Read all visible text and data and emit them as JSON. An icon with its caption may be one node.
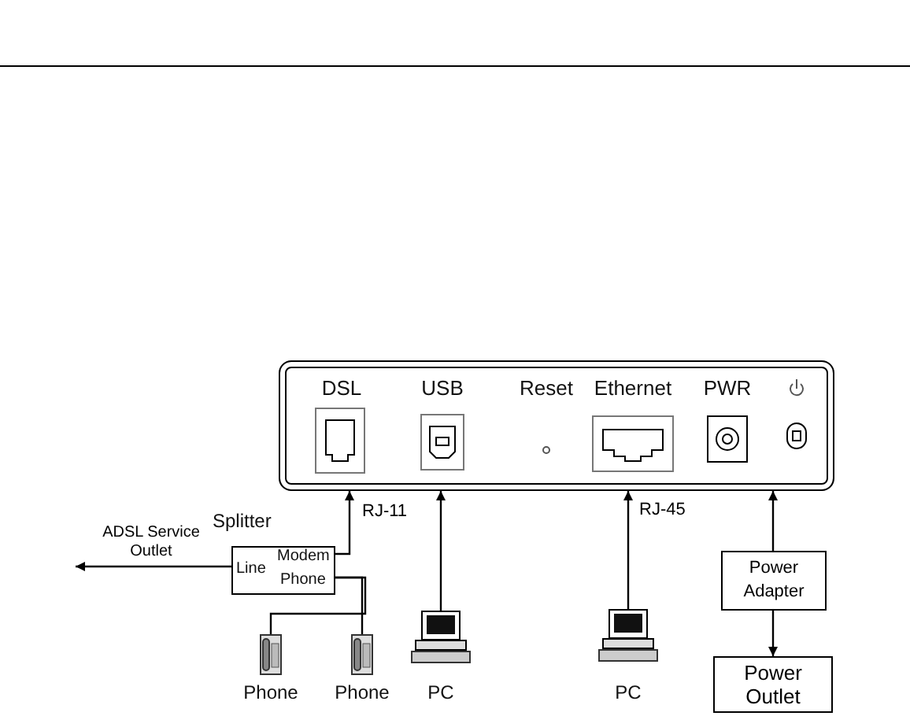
{
  "diagram": {
    "nodes": [
      {
        "text": [],
        "shape": "box"
      },
      {
        "text": [
          "DSL"
        ],
        "in": 0
      },
      {
        "text": [
          "USB"
        ],
        "in": 0
      },
      {
        "text": [
          "Reset"
        ],
        "in": 0
      },
      {
        "text": [
          "Ethernet"
        ],
        "in": 0
      },
      {
        "text": [
          "PWR"
        ],
        "in": 0
      },
      {
        "text": [
          "Splitter",
          "Line",
          "Modem",
          "Phone"
        ]
      },
      {
        "text": [
          "Phone"
        ]
      },
      {
        "text": [
          "Phone"
        ]
      },
      {
        "text": [
          "PC"
        ]
      },
      {
        "text": [
          "PC"
        ]
      },
      {
        "text": [
          "Power Adapter"
        ]
      },
      {
        "text": [
          "Power Outlet"
        ]
      }
    ],
    "edges": [
      {
        "from": 6,
        "to": null,
        "arrow": "to",
        "label": "ADSL Service Outlet"
      },
      {
        "from": 6,
        "to": 1,
        "arrow": "to",
        "label": "RJ-11"
      },
      {
        "from": 6,
        "to": 7,
        "arrow": "none"
      },
      {
        "from": 6,
        "to": 8,
        "arrow": "none"
      },
      {
        "from": 9,
        "to": 2,
        "arrow": "to"
      },
      {
        "from": 10,
        "to": 4,
        "arrow": "to",
        "label": "RJ-45"
      },
      {
        "from": 11,
        "to": 0,
        "arrow": "to"
      },
      {
        "from": 11,
        "to": 12,
        "arrow": "to"
      }
    ]
  }
}
